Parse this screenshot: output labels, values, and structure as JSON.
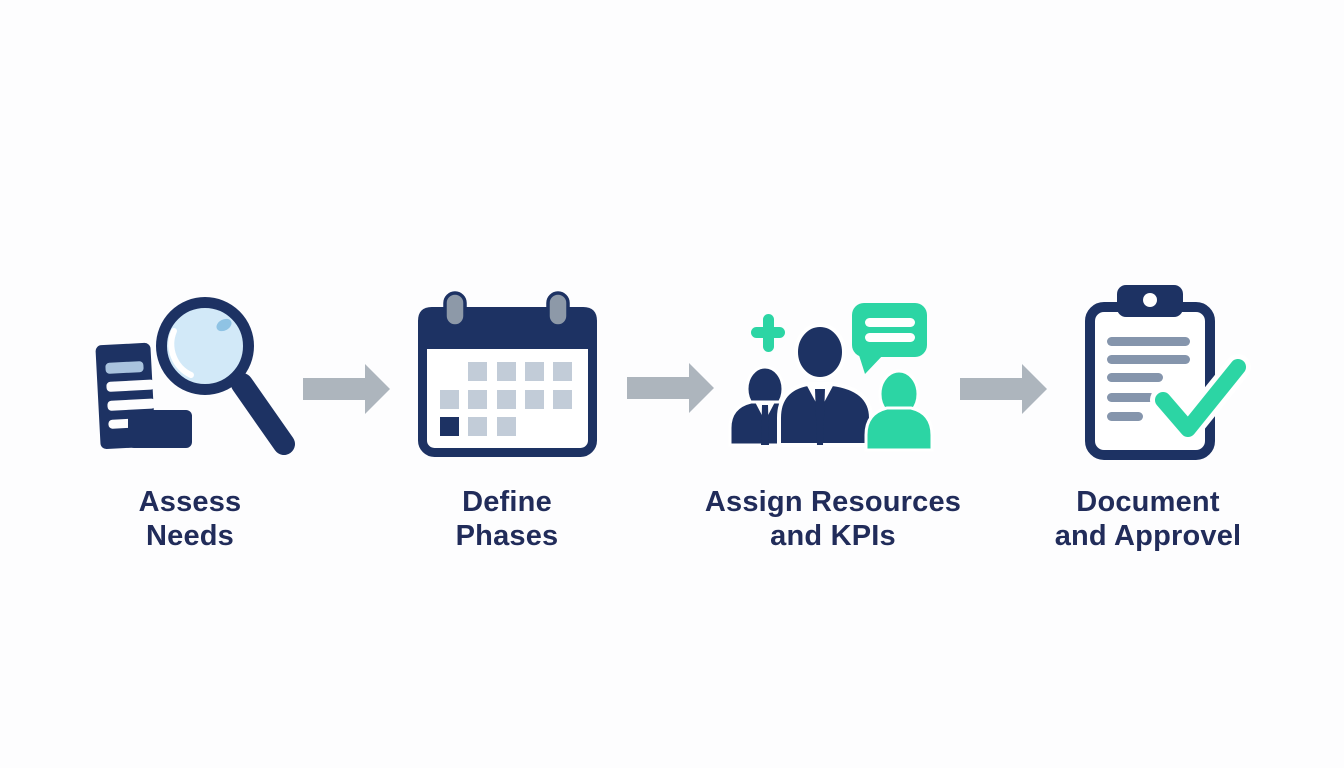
{
  "diagram": {
    "type": "process-flow",
    "background": "#fdfdfe",
    "steps": [
      {
        "id": "assess-needs",
        "line1": "Assess",
        "line2": "Needs",
        "icon": "magnifier-document-icon"
      },
      {
        "id": "define-phases",
        "line1": "Define",
        "line2": "Phases",
        "icon": "calendar-icon"
      },
      {
        "id": "assign-resources",
        "line1": "Assign Resources",
        "line2": "and KPIs",
        "icon": "team-chat-icon"
      },
      {
        "id": "document-approve",
        "line1": "Document",
        "line2": "and Approvel",
        "icon": "clipboard-check-icon"
      }
    ],
    "connector": {
      "icon": "flow-arrow-icon",
      "direction": "right",
      "count": 3
    },
    "colors": {
      "navy": "#1d3263",
      "text_navy": "#212c5a",
      "teal": "#2cd5a4",
      "arrow_gray": "#adb5bd",
      "lens_blue": "#d2e9f8",
      "lens_spot_blue": "#8fc3e4",
      "calendar_square_gray": "#c2ccd8",
      "ring_gray": "#8d99a8",
      "clipboard_line_gray": "#8595ac",
      "doc_bar_blue": "#a9c3de"
    }
  }
}
